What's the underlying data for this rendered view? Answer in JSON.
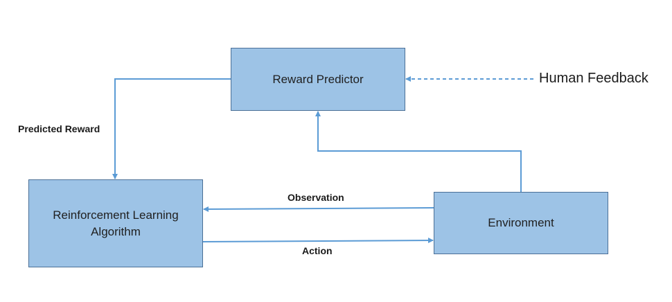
{
  "diagram": {
    "nodes": {
      "reward_predictor": {
        "label": "Reward Predictor"
      },
      "rl_algorithm": {
        "label": "Reinforcement Learning\nAlgorithm"
      },
      "environment": {
        "label": "Environment"
      }
    },
    "external_inputs": {
      "human_feedback": {
        "label": "Human Feedback"
      }
    },
    "edges": [
      {
        "from": "reward_predictor",
        "to": "rl_algorithm",
        "label": "Predicted Reward",
        "style": "solid"
      },
      {
        "from": "environment",
        "to": "rl_algorithm",
        "label": "Observation",
        "style": "solid"
      },
      {
        "from": "rl_algorithm",
        "to": "environment",
        "label": "Action",
        "style": "solid"
      },
      {
        "from": "environment",
        "to": "reward_predictor",
        "label": "",
        "style": "solid"
      },
      {
        "from": "human_feedback",
        "to": "reward_predictor",
        "label": "",
        "style": "dashed"
      }
    ],
    "colors": {
      "node_fill": "#9dc3e6",
      "node_border": "#4a6f96",
      "edge": "#5b9bd5",
      "text": "#1f1f1f"
    }
  }
}
